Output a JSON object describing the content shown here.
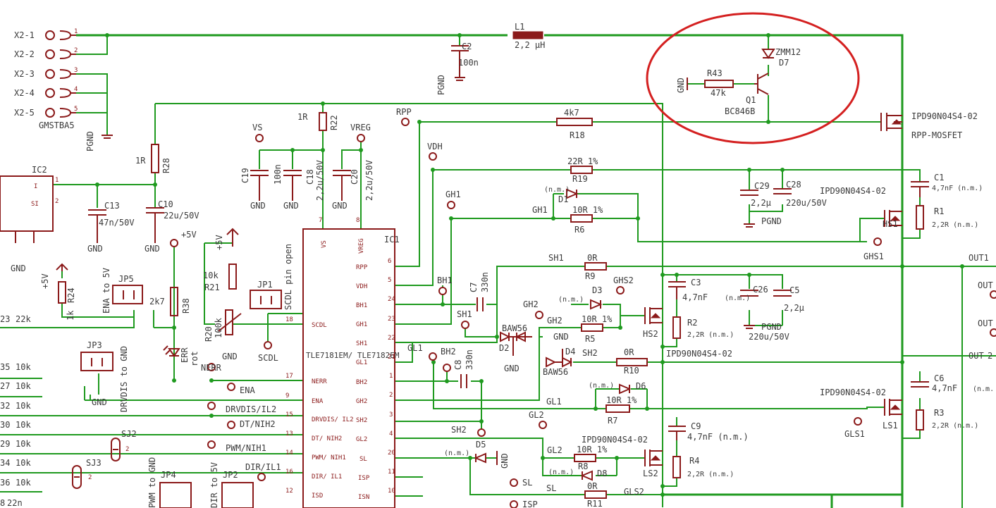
{
  "connector": {
    "pins": [
      "X2-1",
      "X2-2",
      "X2-3",
      "X2-4",
      "X2-5"
    ],
    "pin_numbers": [
      "1",
      "2",
      "3",
      "4",
      "5"
    ],
    "name": "GMSTBA5",
    "ground": "PGND"
  },
  "components": {
    "L1": {
      "ref": "L1",
      "value": "2,2 µH"
    },
    "C2": {
      "ref": "C2",
      "value": "100n",
      "net": "PGND"
    },
    "R43": {
      "ref": "R43",
      "value": "47k",
      "net": "GND"
    },
    "D7": {
      "ref": "D7",
      "value": "ZMM12"
    },
    "Q1": {
      "ref": "Q1",
      "value": "BC846B"
    },
    "RPP_MOSFET": {
      "ref": "RPP-MOSFET",
      "value": "IPD90N04S4-02"
    },
    "R18": {
      "ref": "R18",
      "value": "4k7"
    },
    "R22": {
      "ref": "R22",
      "value": "1R"
    },
    "R28": {
      "ref": "R28",
      "value": "1R"
    },
    "C19": {
      "ref": "C19",
      "value": "100n"
    },
    "C18": {
      "ref": "C18",
      "value": "2,2u/50V"
    },
    "C20": {
      "ref": "C20",
      "value": "2,2u/50V"
    },
    "C13": {
      "ref": "C13",
      "value": "47n/50V"
    },
    "C10": {
      "ref": "C10",
      "value": "22u/50V"
    },
    "IC2": {
      "ref": "IC2"
    },
    "IC1": {
      "ref": "IC1",
      "value": "TLE7181EM/ TLE7182EM"
    },
    "R19": {
      "ref": "R19",
      "value": "22R 1%"
    },
    "D1": {
      "ref": "D1",
      "value": "(n.m.)"
    },
    "R6": {
      "ref": "R6",
      "value": "10R 1%"
    },
    "C29": {
      "ref": "C29",
      "value": "2,2µ"
    },
    "C28": {
      "ref": "C28",
      "value": "220u/50V"
    },
    "C1": {
      "ref": "C1",
      "value": "4,7nF (n.m.)"
    },
    "R1": {
      "ref": "R1",
      "value": "2,2R (n.m.)"
    },
    "HS1": {
      "ref": "HS1",
      "value": "IPD90N04S4-02"
    },
    "R9": {
      "ref": "R9",
      "value": "0R"
    },
    "D3": {
      "ref": "D3",
      "value": "(n.m.)"
    },
    "R5": {
      "ref": "R5",
      "value": "10R 1%"
    },
    "HS2": {
      "ref": "HS2",
      "value": "IPD90N04S4-02"
    },
    "C3": {
      "ref": "C3",
      "value": "4,7nF"
    },
    "R2": {
      "ref": "R2",
      "value": "2,2R (n.m.)"
    },
    "C26": {
      "ref": "C26",
      "value": "(n.m.)"
    },
    "C5": {
      "ref": "C5",
      "value": "2,2µ"
    },
    "C26_val": {
      "value": "220u/50V"
    },
    "C7": {
      "ref": "C7",
      "value": "330n"
    },
    "C8": {
      "ref": "C8",
      "value": "330n"
    },
    "D2": {
      "ref": "D2",
      "value": "BAW56"
    },
    "D4": {
      "ref": "D4",
      "value": "BAW56"
    },
    "R10": {
      "ref": "R10",
      "value": "0R"
    },
    "D6": {
      "ref": "D6",
      "value": "(n.m.)"
    },
    "R7": {
      "ref": "R7",
      "value": "10R 1%"
    },
    "C6": {
      "ref": "C6",
      "value": "4,7nF"
    },
    "R3": {
      "ref": "R3",
      "value": "2,2R (n.m.)"
    },
    "LS1": {
      "ref": "LS1",
      "value": "IPD90N04S4-02"
    },
    "C9": {
      "ref": "C9",
      "value": "4,7nF (n.m.)"
    },
    "R4": {
      "ref": "R4",
      "value": "2,2R (n.m.)"
    },
    "D5": {
      "ref": "D5",
      "value": "(n.m.)"
    },
    "R8": {
      "ref": "R8",
      "value": "10R 1%"
    },
    "D8": {
      "ref": "D8",
      "value": "(n.m.)"
    },
    "LS2": {
      "ref": "LS2",
      "value": "IPD90N04S4-02"
    },
    "R11": {
      "ref": "R11",
      "value": "0R"
    },
    "R21": {
      "ref": "R21",
      "value": "10k"
    },
    "R20": {
      "ref": "R20",
      "value": "100k"
    },
    "R38": {
      "ref": "R38",
      "value": "2k7"
    },
    "R24": {
      "ref": "R24",
      "value": "1k"
    },
    "JP1": {
      "ref": "JP1",
      "value": "SCDL pin open"
    },
    "JP2": {
      "ref": "JP2",
      "value": "DIR to 5V"
    },
    "JP3": {
      "ref": "JP3",
      "value": "DRVDIS to GND"
    },
    "JP4": {
      "ref": "JP4",
      "value": "PWM to GND"
    },
    "JP5": {
      "ref": "JP5",
      "value": "ENA to 5V"
    },
    "LED": {
      "ref": "ERR",
      "value": "rot"
    }
  },
  "ic1_pins": {
    "left_labels": [
      "VS",
      "VREG",
      "RPP",
      "VDH",
      "BH1",
      "GH1",
      "SH1",
      "GL1",
      "BH2",
      "GH2",
      "SH2",
      "GL2",
      "SL",
      "ISP",
      "ISN",
      "SCDL",
      "NERR",
      "ENA",
      "DRVDIS/ IL2",
      "DT/ NIH2",
      "PWM/ NIH1",
      "DIR/ IL1",
      "ISD"
    ],
    "right_numbers": [
      "6",
      "5",
      "24",
      "23",
      "22",
      "21",
      "1",
      "2",
      "3",
      "4",
      "20",
      "11",
      "10"
    ],
    "left_numbers": [
      "7",
      "8",
      "18",
      "17",
      "9",
      "15",
      "13",
      "14",
      "16",
      "12"
    ]
  },
  "nets": {
    "VS": "VS",
    "VREG": "VREG",
    "RPP": "RPP",
    "VDH": "VDH",
    "GH1": "GH1",
    "GHS1": "GHS1",
    "BH1": "BH1",
    "SH1": "SH1",
    "GH2": "GH2",
    "GHS2": "GHS2",
    "GL1": "GL1",
    "BH2": "BH2",
    "GL2": "GL2",
    "SH2": "SH2",
    "GLS1": "GLS1",
    "GLS2": "GLS2",
    "SL": "SL",
    "ISP": "ISP",
    "NERR": "NERR",
    "ENA": "ENA",
    "DRVDIS": "DRVDIS/IL2",
    "DT": "DT/NIH2",
    "PWM": "PWM/NIH1",
    "DIR": "DIR/IL1",
    "SCDL": "SCDL",
    "OUT1": "OUT1",
    "OUT2": "OUT2",
    "OUT": "OUT",
    "GND": "GND",
    "PGND": "PGND",
    "P5V": "+5V"
  },
  "left_resistors": [
    "22k",
    "10k",
    "10k",
    "10k",
    "10k",
    "10k",
    "10k",
    "10k",
    "22n"
  ],
  "left_refs": [
    "23",
    "35",
    "27",
    "32",
    "30",
    "29",
    "34",
    "36",
    "8"
  ],
  "solder_jumpers": [
    "SJ2",
    "SJ3"
  ],
  "colors": {
    "wire": "#1f9a1f",
    "part": "#8b1a1a",
    "text": "#3a3a3a",
    "highlight": "#d42020"
  }
}
